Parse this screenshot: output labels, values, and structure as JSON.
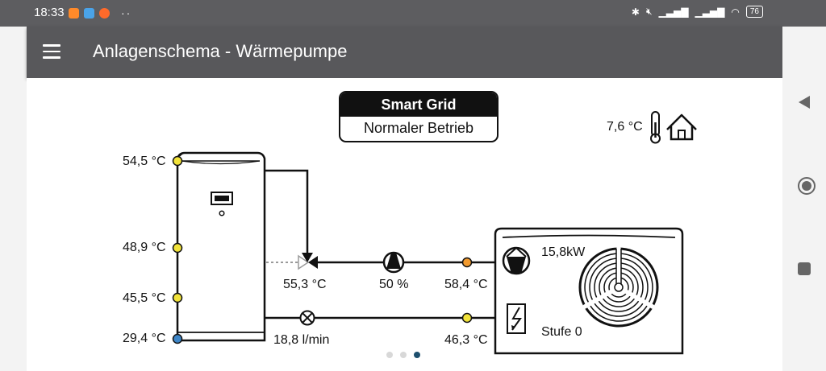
{
  "status_bar": {
    "time": "18:33",
    "more": "··",
    "battery": "76",
    "apps": [
      "#ff8a2a",
      "#4aa3e8",
      "#ff6a2a"
    ]
  },
  "app_bar": {
    "title": "Anlagenschema - Wärmepumpe"
  },
  "smart_grid": {
    "title": "Smart Grid",
    "status": "Normaler Betrieb"
  },
  "outdoor": {
    "temperature": "7,6 °C"
  },
  "storage_tank": {
    "temp_top": "54,5 °C",
    "temp_mid_upper": "48,9 °C",
    "temp_mid_lower": "45,5 °C",
    "temp_bottom": "29,4 °C"
  },
  "circuit": {
    "valve_temp": "55,3 °C",
    "pump_speed": "50 %",
    "supply_temp": "58,4 °C",
    "flow_rate": "18,8 l/min",
    "return_temp": "46,3 °C"
  },
  "heat_pump": {
    "power": "15,8kW",
    "heater_stage": "Stufe 0"
  },
  "colors": {
    "sensor_yellow": "#f2e33a",
    "sensor_orange": "#f29a2e",
    "sensor_blue": "#3e86c8"
  },
  "pager": {
    "pages": 3,
    "active": 3
  }
}
